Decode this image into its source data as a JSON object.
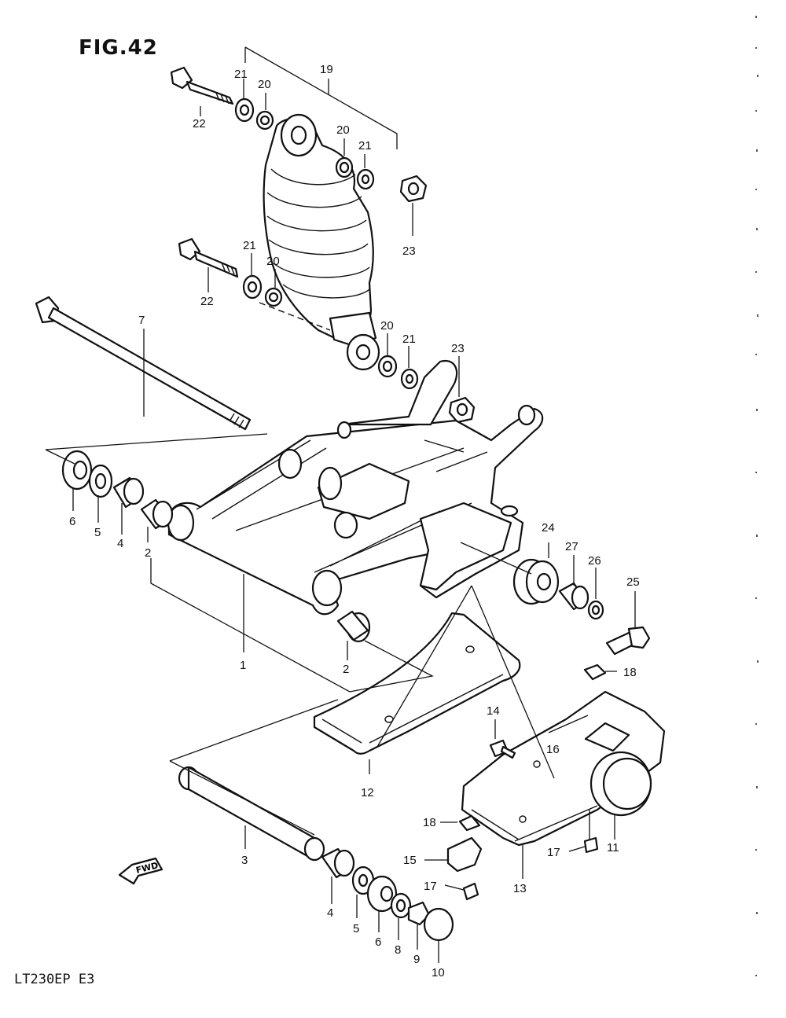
{
  "figure": {
    "title": "FIG.42",
    "model_code": "LT230EP  E3",
    "fwd_label": "FWD"
  },
  "callouts": [
    {
      "id": "c1",
      "text": "1"
    },
    {
      "id": "c2a",
      "text": "2"
    },
    {
      "id": "c2b",
      "text": "2"
    },
    {
      "id": "c3",
      "text": "3"
    },
    {
      "id": "c4a",
      "text": "4"
    },
    {
      "id": "c4b",
      "text": "4"
    },
    {
      "id": "c5a",
      "text": "5"
    },
    {
      "id": "c5b",
      "text": "5"
    },
    {
      "id": "c6a",
      "text": "6"
    },
    {
      "id": "c6b",
      "text": "6"
    },
    {
      "id": "c7",
      "text": "7"
    },
    {
      "id": "c8",
      "text": "8"
    },
    {
      "id": "c9",
      "text": "9"
    },
    {
      "id": "c10",
      "text": "10"
    },
    {
      "id": "c11",
      "text": "11"
    },
    {
      "id": "c12",
      "text": "12"
    },
    {
      "id": "c13",
      "text": "13"
    },
    {
      "id": "c14",
      "text": "14"
    },
    {
      "id": "c15",
      "text": "15"
    },
    {
      "id": "c16",
      "text": "16"
    },
    {
      "id": "c17a",
      "text": "17"
    },
    {
      "id": "c17b",
      "text": "17"
    },
    {
      "id": "c18a",
      "text": "18"
    },
    {
      "id": "c18b",
      "text": "18"
    },
    {
      "id": "c19",
      "text": "19"
    },
    {
      "id": "c20a",
      "text": "20"
    },
    {
      "id": "c20b",
      "text": "20"
    },
    {
      "id": "c20c",
      "text": "20"
    },
    {
      "id": "c20d",
      "text": "20"
    },
    {
      "id": "c21a",
      "text": "21"
    },
    {
      "id": "c21b",
      "text": "21"
    },
    {
      "id": "c21c",
      "text": "21"
    },
    {
      "id": "c21d",
      "text": "21"
    },
    {
      "id": "c22a",
      "text": "22"
    },
    {
      "id": "c22b",
      "text": "22"
    },
    {
      "id": "c23a",
      "text": "23"
    },
    {
      "id": "c23b",
      "text": "23"
    },
    {
      "id": "c24",
      "text": "24"
    },
    {
      "id": "c25",
      "text": "25"
    },
    {
      "id": "c26",
      "text": "26"
    },
    {
      "id": "c27",
      "text": "27"
    }
  ]
}
